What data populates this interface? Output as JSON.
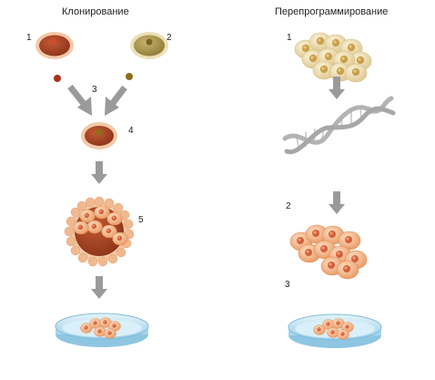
{
  "left": {
    "title": "Клонирование",
    "steps": [
      "1",
      "2",
      "3",
      "4",
      "5"
    ]
  },
  "right": {
    "title": "Перепрограммирование",
    "steps": [
      "1",
      "2",
      "3"
    ]
  },
  "colors": {
    "arrow": "#9a9a9a",
    "cell_dark": "#a94a2a",
    "cell_rim": "#f3c9a8",
    "cell_orange": "#f0a877",
    "cell_beige": "#ead9ad",
    "nucleus_red": "#a8321b",
    "nucleus_olive": "#8a6e1c",
    "dish": "#bfe1f2",
    "dna": "#b7b7b7"
  }
}
